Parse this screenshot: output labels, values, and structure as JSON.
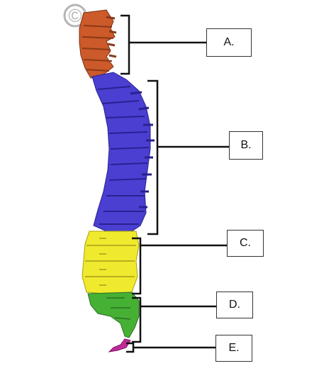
{
  "labels": {
    "a": "A.",
    "b": "B.",
    "c": "C.",
    "d": "D.",
    "e": "E."
  },
  "regions": [
    {
      "id": "a",
      "color": "#cc5a2a"
    },
    {
      "id": "b",
      "color": "#4a3fd1"
    },
    {
      "id": "c",
      "color": "#f0ea2e"
    },
    {
      "id": "d",
      "color": "#46b034"
    },
    {
      "id": "e",
      "color": "#c02a9a"
    }
  ],
  "watermark_glyph": "©"
}
